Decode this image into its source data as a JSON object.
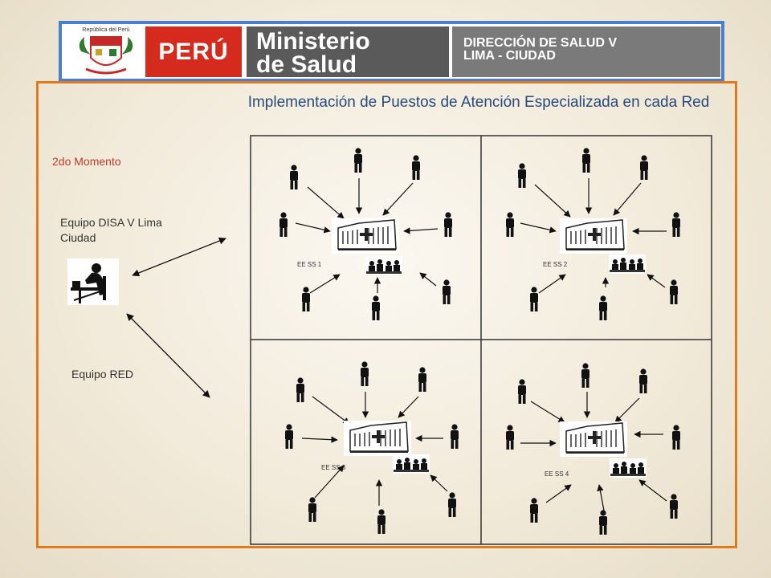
{
  "banner": {
    "crest_text": "República del Perú",
    "peru": "PERÚ",
    "ministry_line1": "Ministerio",
    "ministry_line2": "de Salud",
    "direccion_line1": "DIRECCIÓN DE SALUD V",
    "direccion_line2": "LIMA - CIUDAD"
  },
  "title": "Implementación de Puestos de Atención Especializada en cada Red",
  "moment": "2do Momento",
  "team_disa": "Equipo DISA V Lima Ciudad",
  "team_red": "Equipo RED",
  "facilities": [
    {
      "label": "EE SS 1"
    },
    {
      "label": "EE SS 2"
    },
    {
      "label": "EE SS 3"
    },
    {
      "label": "EE SS 4"
    }
  ],
  "colors": {
    "frame_border": "#e07a1f",
    "banner_border": "#4a7fd0",
    "title": "#2a4a7a",
    "moment": "#c0392b"
  }
}
